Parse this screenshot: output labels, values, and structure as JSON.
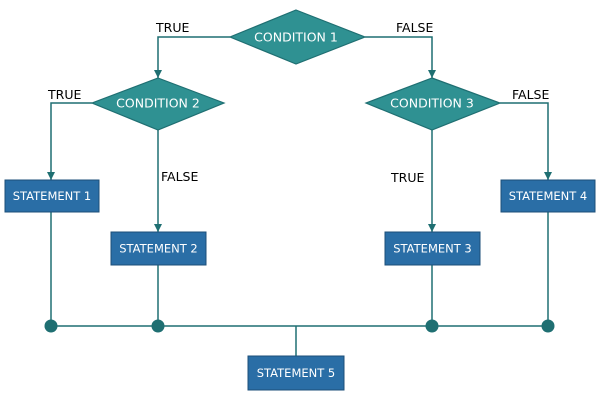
{
  "colors": {
    "decision_fill": "#2f9192",
    "decision_stroke": "#1f6f72",
    "statement_fill": "#2a6ea6",
    "statement_stroke": "#1c4f78",
    "line": "#1f6f72",
    "junction": "#1f6f72"
  },
  "decisions": {
    "c1": "CONDITION 1",
    "c2": "CONDITION 2",
    "c3": "CONDITION 3"
  },
  "statements": {
    "s1": "STATEMENT 1",
    "s2": "STATEMENT 2",
    "s3": "STATEMENT 3",
    "s4": "STATEMENT 4",
    "s5": "STATEMENT 5"
  },
  "edge_labels": {
    "c1_true": "TRUE",
    "c1_false": "FALSE",
    "c2_true": "TRUE",
    "c2_false": "FALSE",
    "c3_true": "TRUE",
    "c3_false": "FALSE"
  }
}
